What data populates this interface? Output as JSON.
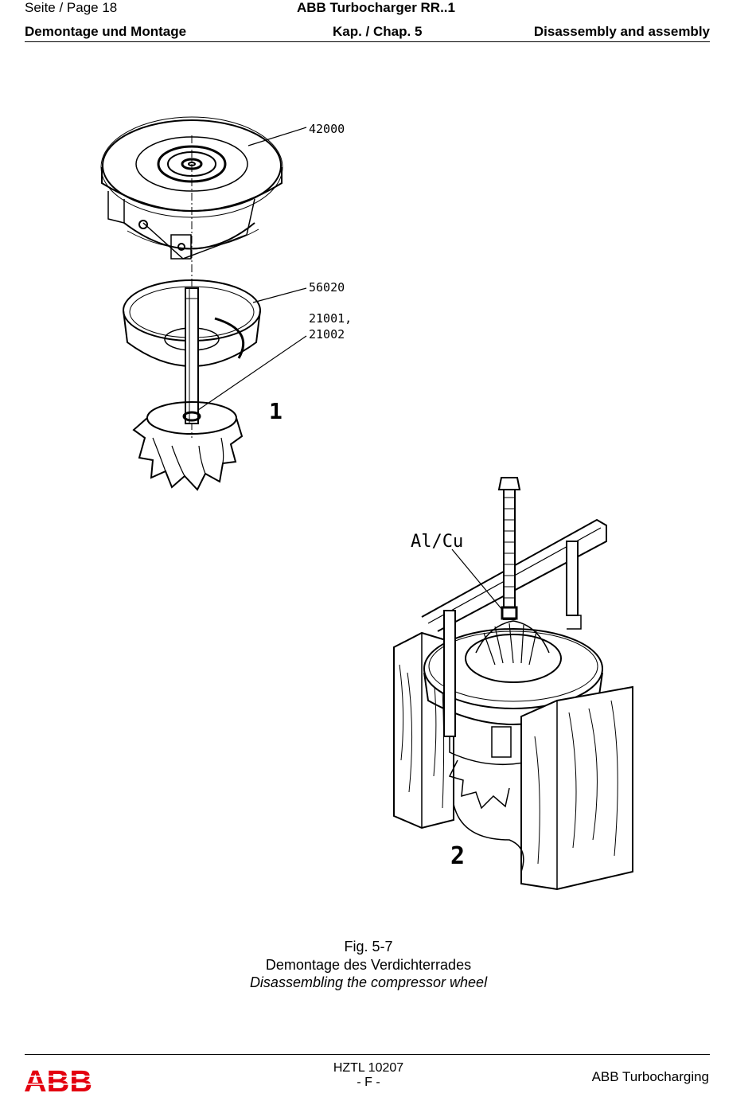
{
  "header": {
    "page_label": "Seite / Page  18",
    "doc_title": "ABB Turbocharger RR..1",
    "section_de": "Demontage und Montage",
    "chapter": "Kap. / Chap. 5",
    "section_en": "Disassembly and assembly"
  },
  "figure1": {
    "label_housing": "42000",
    "label_ring": "56020",
    "label_shaft_1": "21001,",
    "label_shaft_2": "21002",
    "number": "1"
  },
  "figure2": {
    "label_material": "Al/Cu",
    "number": "2"
  },
  "caption": {
    "fig_number": "Fig. 5-7",
    "title_de": "Demontage des Verdichterrades",
    "title_en": "Disassembling the compressor wheel"
  },
  "footer": {
    "logo_text": "ABB",
    "code": "HZTL 10207",
    "revision": "- F -",
    "company": "ABB Turbocharging"
  },
  "colors": {
    "logo_red": "#e3000f"
  }
}
